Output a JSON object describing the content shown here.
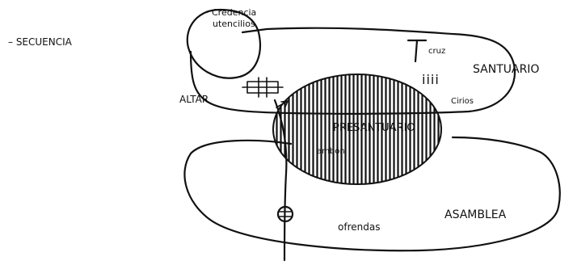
{
  "labels": {
    "secuencia": "– SECUENCIA",
    "credencia": "Credencia",
    "utencilios": "utencilios",
    "cruz": "cruz",
    "santuario": "SANTUARIO",
    "altar": "ALTAR",
    "cirios": "Cirios",
    "cirios_marks": "iiii",
    "presantuario": "PRESANTUARIO",
    "ambon": "ambón",
    "asamblea": "ASAMBLEA",
    "ofrendas": "ofrendas"
  },
  "colors": {
    "ink": "#111111",
    "paper": "#ffffff"
  }
}
